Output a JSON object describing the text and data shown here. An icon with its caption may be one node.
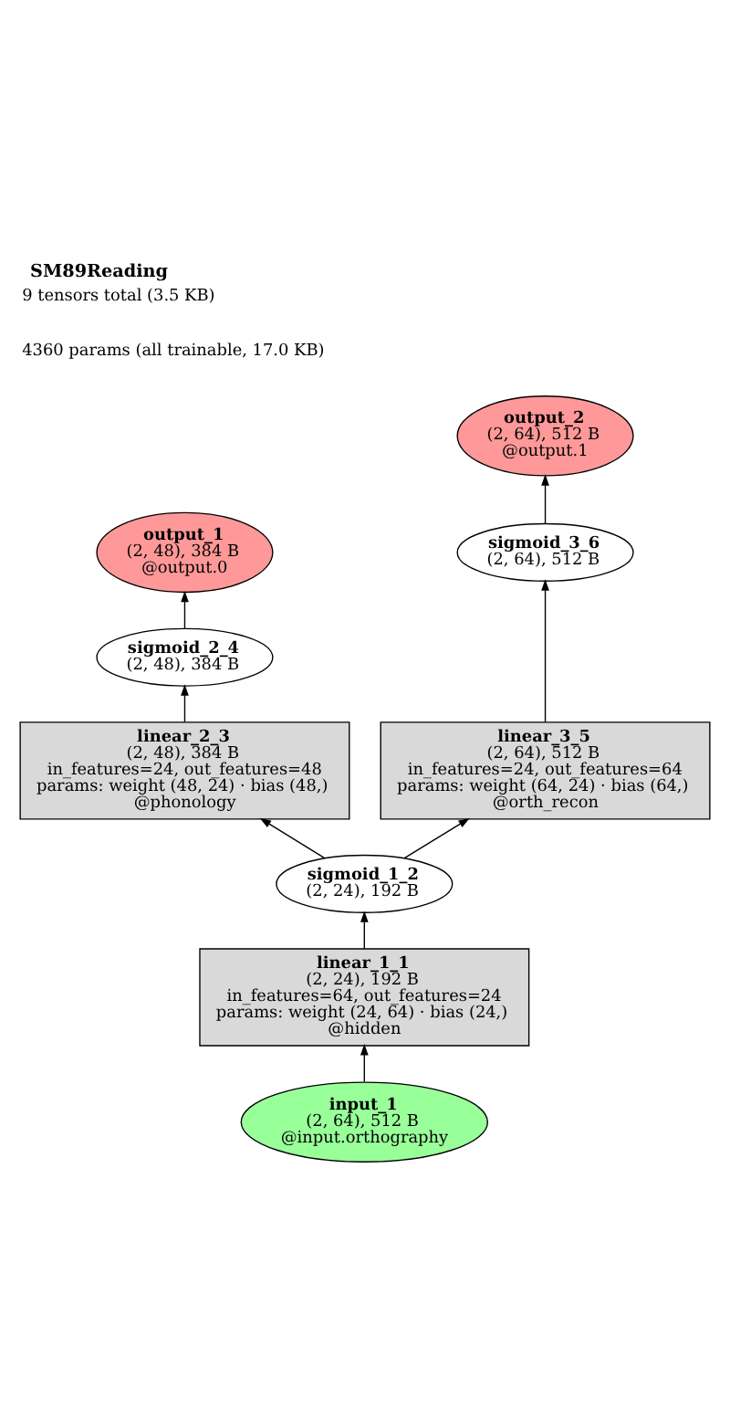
{
  "diagram": {
    "title": "SM89Reading",
    "nodes": [
      {
        "text": [
          "output_2",
          "(2, 64), 512 B",
          "@output.1"
        ]
      },
      {
        "text": [
          "output_1",
          "(2, 48), 384 B",
          "@output.0"
        ]
      },
      {
        "text": [
          "sigmoid_3_6",
          "(2, 64), 512 B"
        ]
      },
      {
        "text": [
          "sigmoid_2_4",
          "(2, 48), 384 B"
        ]
      },
      {
        "text": [
          "linear_2_3",
          "(2, 48), 384 B",
          "in_features=24, out_features=48",
          "params: weight (48, 24) · bias (48,)",
          "@phonology"
        ]
      },
      {
        "text": [
          "linear_3_5",
          "(2, 64), 512 B",
          "in_features=24, out_features=64",
          "params: weight (64, 24) · bias (64,)",
          "@orth_recon"
        ]
      },
      {
        "text": [
          "sigmoid_1_2",
          "(2, 24), 192 B"
        ]
      },
      {
        "text": [
          "linear_1_1",
          "(2, 24), 192 B",
          "in_features=64, out_features=24",
          "params: weight (24, 64) · bias (24,)",
          "@hidden"
        ]
      },
      {
        "text": [
          "input_1",
          "(2, 64), 512 B",
          "@input.orthography"
        ]
      }
    ],
    "edges": [
      {
        "from": 8,
        "to": 7,
        "arrow": "to"
      },
      {
        "from": 7,
        "to": 6,
        "arrow": "to"
      },
      {
        "from": 6,
        "to": 4,
        "arrow": "to"
      },
      {
        "from": 6,
        "to": 5,
        "arrow": "to"
      },
      {
        "from": 4,
        "to": 3,
        "arrow": "to"
      },
      {
        "from": 3,
        "to": 1,
        "arrow": "to"
      },
      {
        "from": 5,
        "to": 2,
        "arrow": "to"
      },
      {
        "from": 2,
        "to": 0,
        "arrow": "to"
      }
    ],
    "labels": [
      "9 tensors total (3.5 KB)",
      "4360 params (all trainable, 17.0 KB)"
    ]
  }
}
